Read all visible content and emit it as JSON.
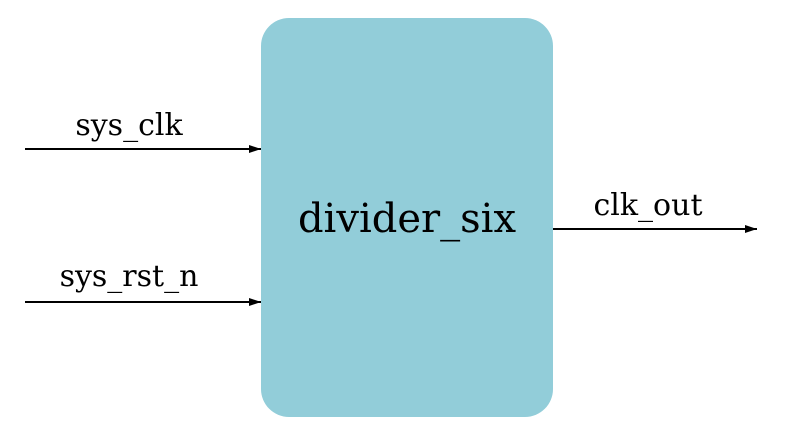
{
  "module": {
    "name": "divider_six",
    "fill_color": "#92cdd9"
  },
  "inputs": [
    {
      "name": "sys_clk"
    },
    {
      "name": "sys_rst_n"
    }
  ],
  "outputs": [
    {
      "name": "clk_out"
    }
  ],
  "line_color": "#000000"
}
